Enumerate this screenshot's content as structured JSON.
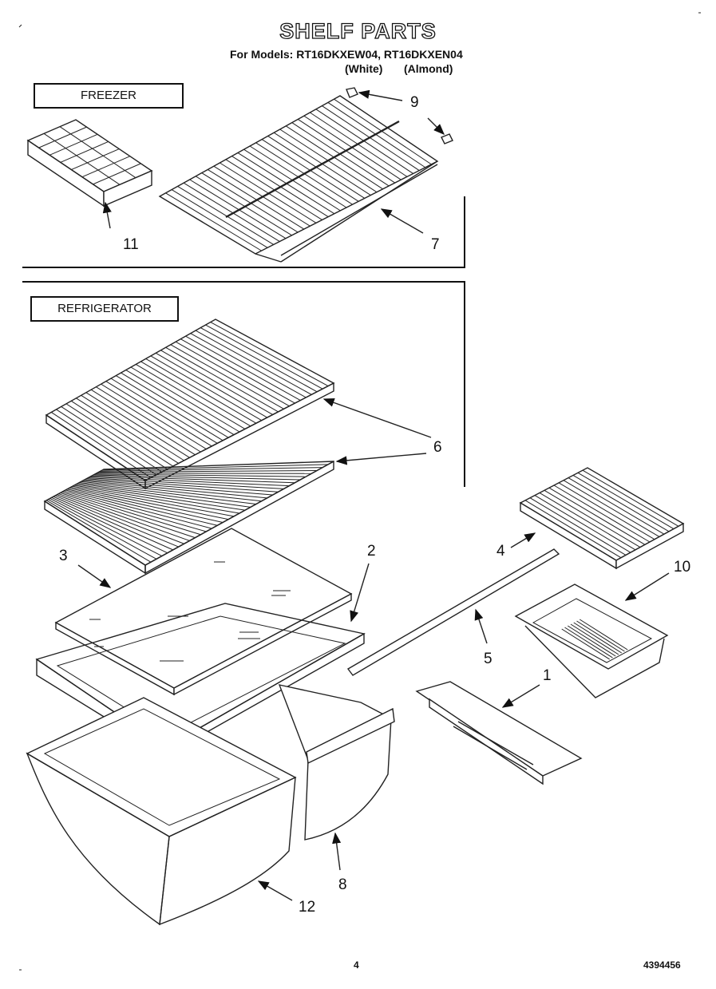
{
  "header": {
    "title": "SHELF PARTS",
    "models_line": "For Models: RT16DKXEW04, RT16DKXEN04",
    "variant_white": "(White)",
    "variant_almond": "(Almond)"
  },
  "sections": {
    "freezer_label": "FREEZER",
    "refrigerator_label": "REFRIGERATOR"
  },
  "callouts": {
    "ice_tray": "11",
    "shelf_pegs": "9",
    "freezer_shelf": "7",
    "refrigerator_shelves": "6",
    "glass_shelf": "3",
    "crisper_cover_frame": "2",
    "small_shelf": "4",
    "trim_strip": "5",
    "meat_pan": "10",
    "pan_slide": "1",
    "small_crisper": "8",
    "large_crisper": "12"
  },
  "footer": {
    "page_number": "4",
    "part_number": "4394456"
  }
}
